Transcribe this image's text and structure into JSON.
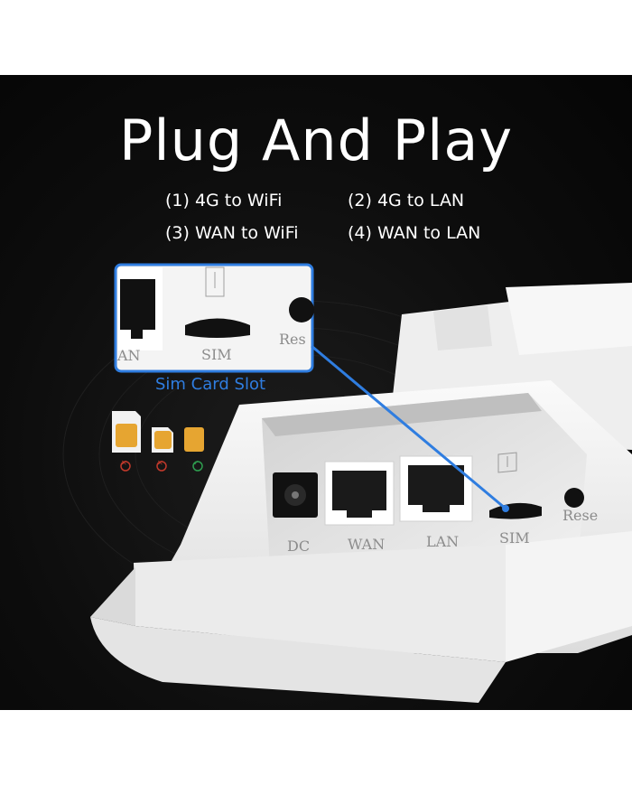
{
  "headline": "Plug And Play",
  "modes": [
    {
      "label": "(1) 4G to WiFi"
    },
    {
      "label": "(2) 4G to LAN"
    },
    {
      "label": "(3) WAN to WiFi"
    },
    {
      "label": "(4) WAN to LAN"
    }
  ],
  "callout": {
    "label": "Sim Card Slot",
    "inset_labels": {
      "lan": "AN",
      "sim": "SIM",
      "reset": "Res"
    }
  },
  "ports": {
    "dc": "DC",
    "wan": "WAN",
    "lan": "LAN",
    "sim": "SIM",
    "reset": "Rese"
  },
  "sim_sizes": [
    {
      "status": "invalid",
      "mark": "✕"
    },
    {
      "status": "invalid",
      "mark": "✕"
    },
    {
      "status": "valid",
      "mark": "✓"
    }
  ],
  "colors": {
    "background": "#0d0d0d",
    "accent_blue": "#2f7de0",
    "invalid_red": "#c0392b",
    "valid_green": "#2e9d4f",
    "sim_gold": "#e6a531"
  }
}
